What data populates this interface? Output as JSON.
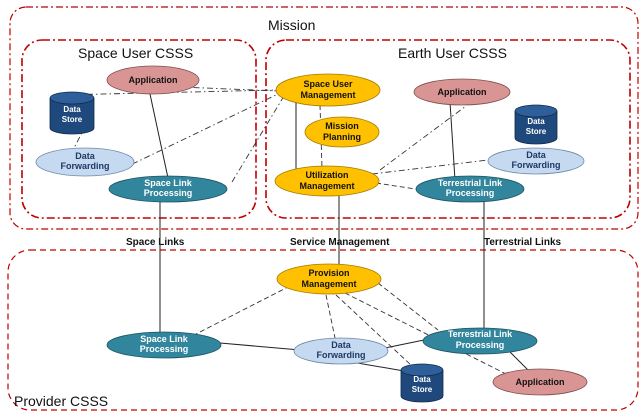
{
  "regions": {
    "mission": "Mission",
    "space_user": "Space User CSSS",
    "earth_user": "Earth User CSSS",
    "provider": "Provider CSSS"
  },
  "link_labels": {
    "space_links": "Space  Links",
    "service_management": "Service  Management",
    "terrestrial_links": "Terrestrial Links"
  },
  "nodes": {
    "space_application": "Application",
    "space_data_store": [
      "Data",
      "Store"
    ],
    "space_data_forwarding": [
      "Data",
      "Forwarding"
    ],
    "space_link_processing_user": [
      "Space Link",
      "Processing"
    ],
    "space_user_management": [
      "Space User",
      "Management"
    ],
    "mission_planning": [
      "Mission",
      "Planning"
    ],
    "utilization_management": [
      "Utilization",
      "Management"
    ],
    "earth_application": "Application",
    "earth_data_store": [
      "Data",
      "Store"
    ],
    "earth_data_forwarding": [
      "Data",
      "Forwarding"
    ],
    "terrestrial_link_processing_user": [
      "Terrestrial Link",
      "Processing"
    ],
    "provision_management": [
      "Provision",
      "Management"
    ],
    "provider_space_link_processing": [
      "Space Link",
      "Processing"
    ],
    "provider_data_forwarding": [
      "Data",
      "Forwarding"
    ],
    "provider_terrestrial_link_processing": [
      "Terrestrial Link",
      "Processing"
    ],
    "provider_data_store": [
      "Data",
      "Store"
    ],
    "provider_application": "Application"
  },
  "colors": {
    "application": "#d99594",
    "management": "#ffc000",
    "link_processing": "#31859c",
    "data_forwarding": "#c5d9f1",
    "data_store": "#1f497d",
    "region_border": "#c00000"
  }
}
